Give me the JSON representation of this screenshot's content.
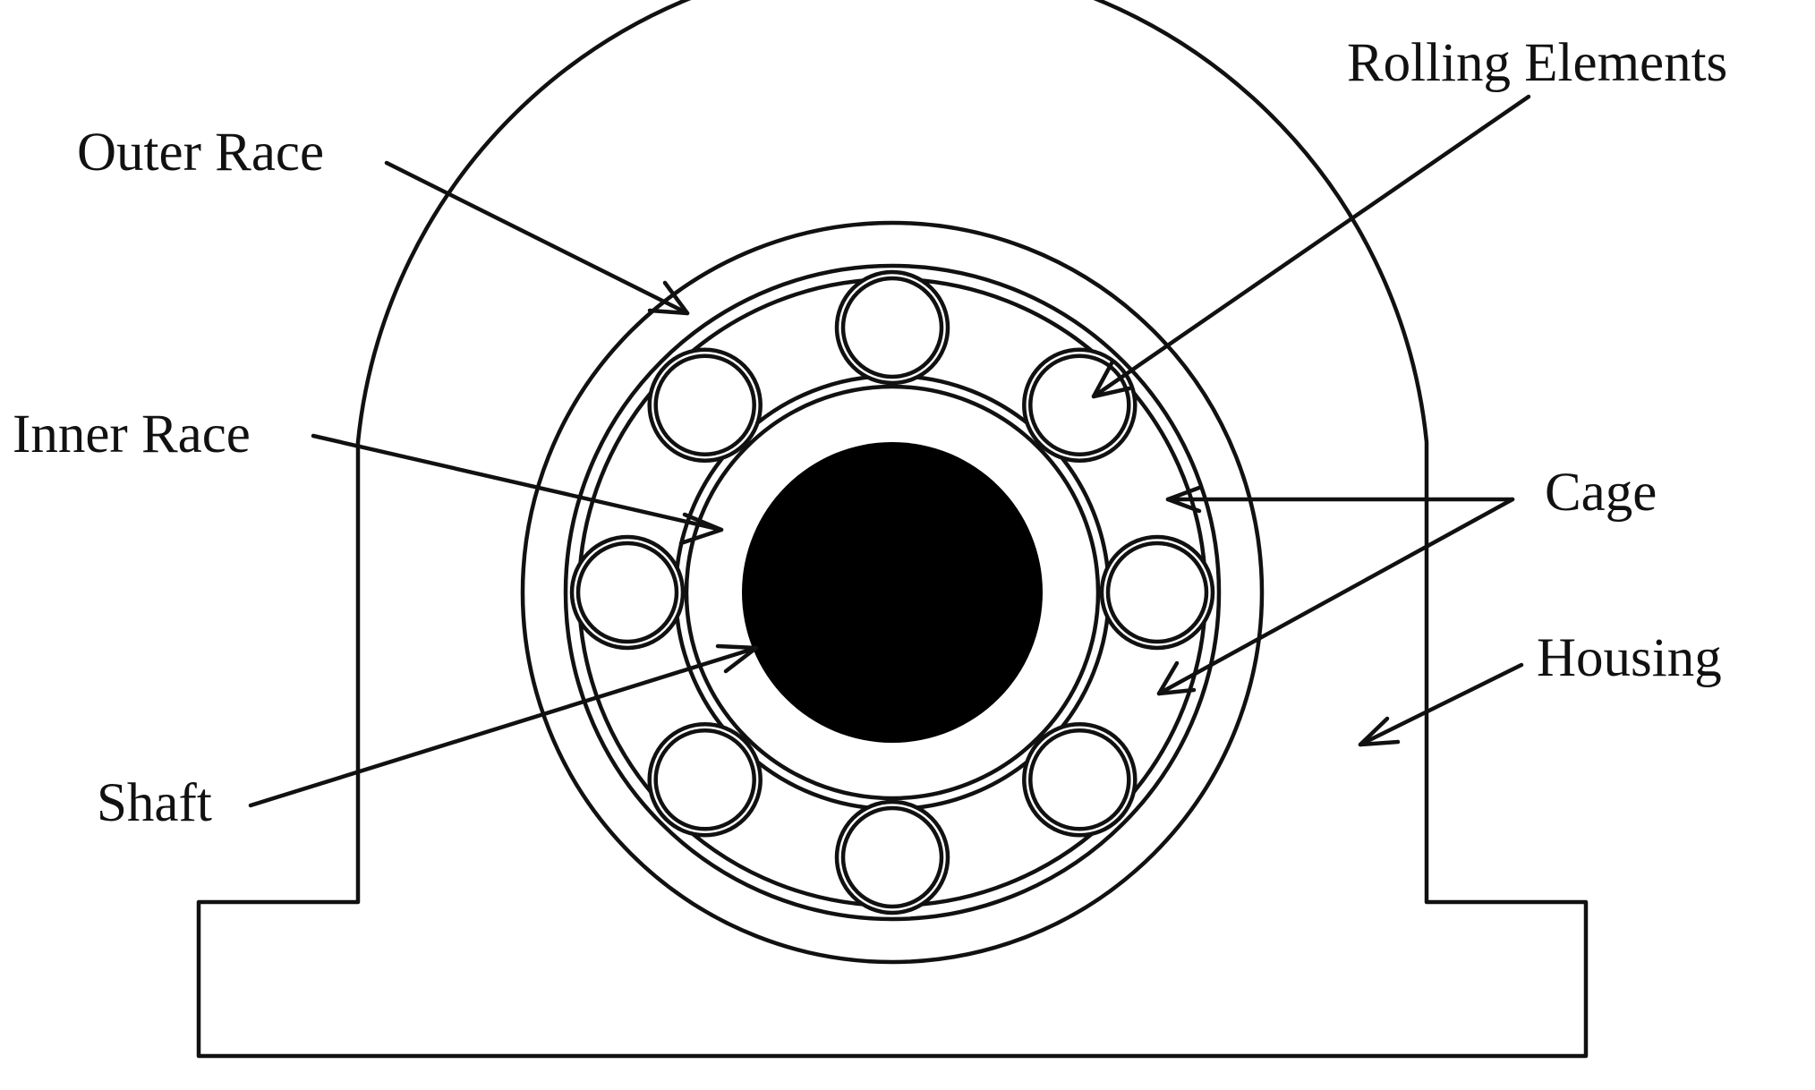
{
  "labels": {
    "outer_race": "Outer Race",
    "rolling_elements": "Rolling Elements",
    "inner_race": "Inner Race",
    "cage": "Cage",
    "housing": "Housing",
    "shaft": "Shaft"
  },
  "colors": {
    "ink": "#111111",
    "background": "#ffffff",
    "shaft_fill": "#000000"
  }
}
